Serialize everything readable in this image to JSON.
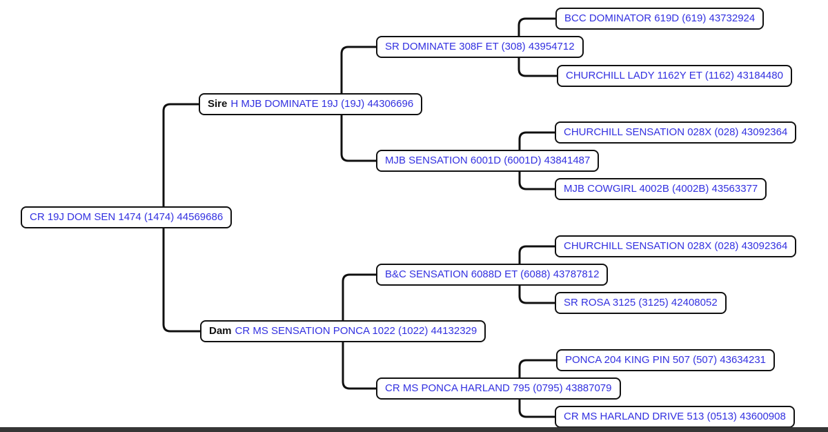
{
  "theme": {
    "background_color": "#ffffff",
    "node_border_color": "#101010",
    "connector_color": "#101010",
    "link_text_color": "#3230e0",
    "label_text_color": "#111111",
    "bottom_bar_color": "#363636"
  },
  "pedigree": {
    "subject": {
      "label": "CR 19J DOM SEN 1474 (1474) 44569686"
    },
    "sire": {
      "prefix": "Sire",
      "label": "H MJB DOMINATE 19J (19J) 44306696"
    },
    "dam": {
      "prefix": "Dam",
      "label": "CR MS SENSATION PONCA 1022 (1022) 44132329"
    },
    "sire_sire": {
      "label": "SR DOMINATE 308F ET (308) 43954712"
    },
    "sire_dam": {
      "label": "MJB SENSATION 6001D (6001D) 43841487"
    },
    "dam_sire": {
      "label": "B&C SENSATION 6088D ET (6088) 43787812"
    },
    "dam_dam": {
      "label": "CR MS PONCA HARLAND 795 (0795) 43887079"
    },
    "sire_sire_sire": {
      "label": "BCC DOMINATOR 619D (619) 43732924"
    },
    "sire_sire_dam": {
      "label": "CHURCHILL LADY 1162Y ET (1162) 43184480"
    },
    "sire_dam_sire": {
      "label": "CHURCHILL SENSATION 028X (028) 43092364"
    },
    "sire_dam_dam": {
      "label": "MJB COWGIRL 4002B (4002B) 43563377"
    },
    "dam_sire_sire": {
      "label": "CHURCHILL SENSATION 028X (028) 43092364"
    },
    "dam_sire_dam": {
      "label": "SR ROSA 3125 (3125) 42408052"
    },
    "dam_dam_sire": {
      "label": "PONCA 204 KING PIN 507 (507) 43634231"
    },
    "dam_dam_dam": {
      "label": "CR MS HARLAND DRIVE 513 (0513) 43600908"
    }
  }
}
